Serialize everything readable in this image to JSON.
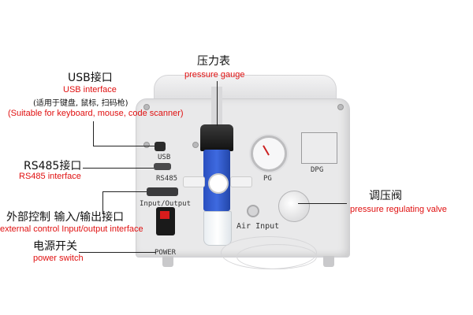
{
  "callouts": {
    "usb": {
      "cn": "USB接口",
      "en": "USB interface",
      "note_cn": "(适用于键盘, 鼠标, 扫码枪)",
      "note_en": "(Suitable for keyboard, mouse, code scanner)"
    },
    "rs485": {
      "cn": "RS485接口",
      "en": "RS485 interface"
    },
    "io": {
      "cn": "外部控制 输入/输出接口",
      "en": "external control Input/output interface"
    },
    "power": {
      "cn": "电源开关",
      "en": "power switch"
    },
    "gauge": {
      "cn": "压力表",
      "en": "pressure gauge"
    },
    "regulator": {
      "cn": "调压阀",
      "en": "pressure regulating valve"
    }
  },
  "panel_labels": {
    "usb": "USB",
    "rs485": "RS485",
    "io": "Input/Output",
    "power": "POWER",
    "pg": "PG",
    "dpg": "DPG",
    "air_input": "Air Input"
  },
  "colors": {
    "callout_en": "#e01010",
    "callout_cn": "#111111",
    "regulator_blue": "#2f5bd0"
  }
}
